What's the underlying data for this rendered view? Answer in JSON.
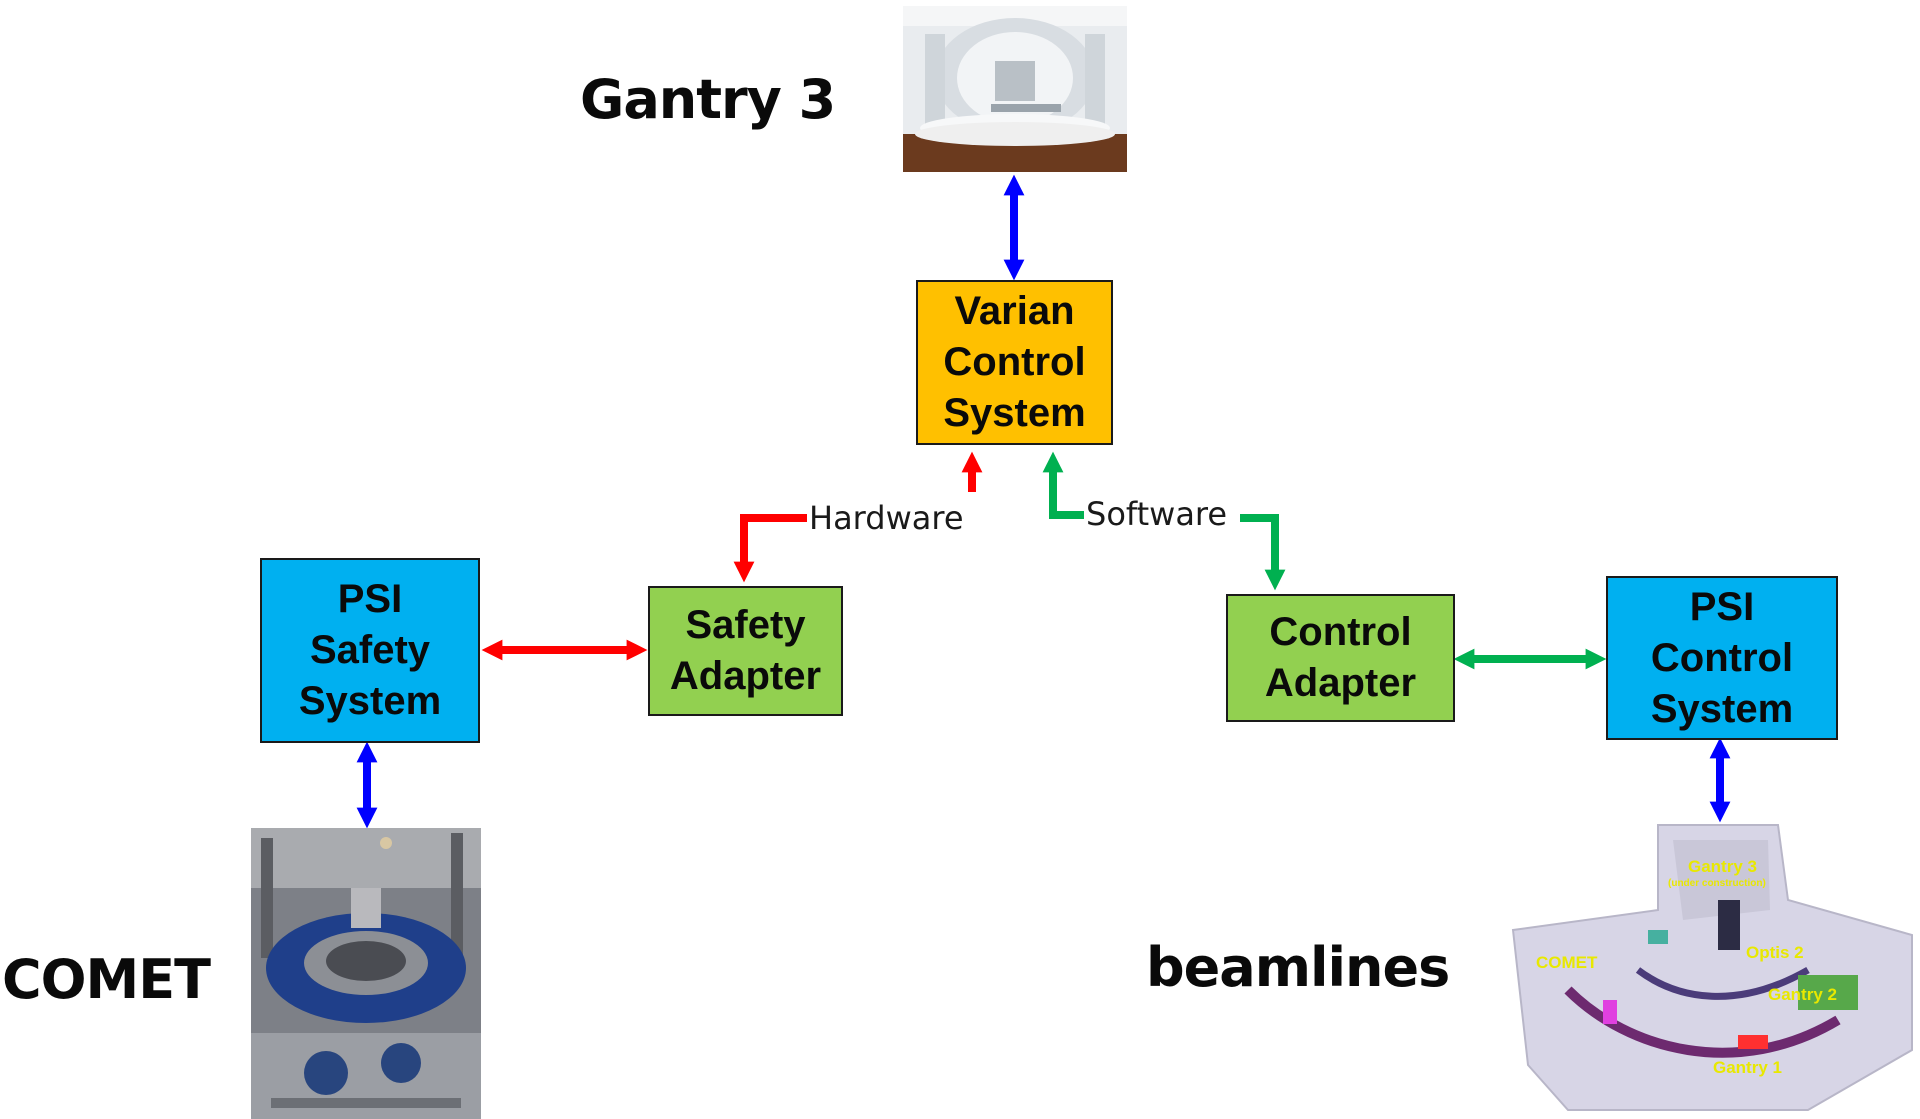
{
  "labels": {
    "gantry3": "Gantry 3",
    "comet": "COMET",
    "beamlines": "beamlines",
    "hardware": "Hardware",
    "software": "Software"
  },
  "boxes": {
    "varian": {
      "text": "Varian\nControl\nSystem",
      "color": "#ffc000"
    },
    "psi_safety": {
      "text": "PSI\nSafety\nSystem",
      "color": "#00b0f0"
    },
    "safety_adapter": {
      "text": "Safety\nAdapter",
      "color": "#92d050"
    },
    "control_adapter": {
      "text": "Control\nAdapter",
      "color": "#92d050"
    },
    "psi_control": {
      "text": "PSI\nControl\nSystem",
      "color": "#00b0f0"
    }
  },
  "beamline_map": {
    "gantry3": "Gantry 3",
    "under_construction": "(under construction)",
    "comet": "COMET",
    "optis2": "Optis 2",
    "gantry2": "Gantry 2",
    "gantry1": "Gantry 1"
  },
  "colors": {
    "hardware_link": "#ff0000",
    "software_link": "#00b050",
    "image_link": "#0000ff"
  }
}
